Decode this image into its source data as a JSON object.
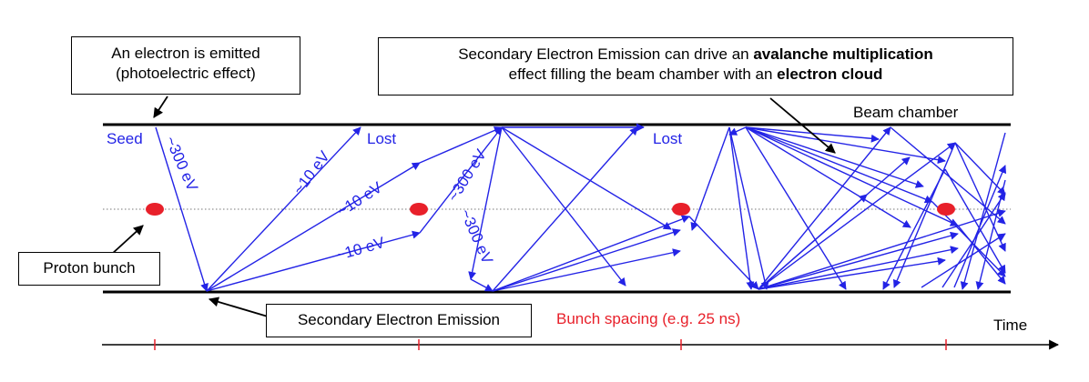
{
  "callouts": {
    "emitted_line1": "An electron is emitted",
    "emitted_line2": "(photoelectric effect)",
    "avalanche_pre": "Secondary Electron Emission can drive an ",
    "avalanche_bold1": "avalanche multiplication",
    "avalanche_mid": "effect filling the beam chamber with an ",
    "avalanche_bold2": "electron cloud",
    "proton_bunch": "Proton bunch",
    "secondary_emission": "Secondary Electron Emission"
  },
  "labels": {
    "beam_chamber": "Beam chamber",
    "seed": "Seed",
    "lost": "Lost",
    "energy_300": "~300 eV",
    "energy_10": "~10 eV",
    "bunch_spacing": "Bunch spacing (e.g. 25 ns)",
    "time_axis": "Time"
  },
  "colors": {
    "electron": "#2323e6",
    "bunch": "#e8202a",
    "chamber": "#000000",
    "axis": "#000000"
  },
  "bunch_count": 4
}
